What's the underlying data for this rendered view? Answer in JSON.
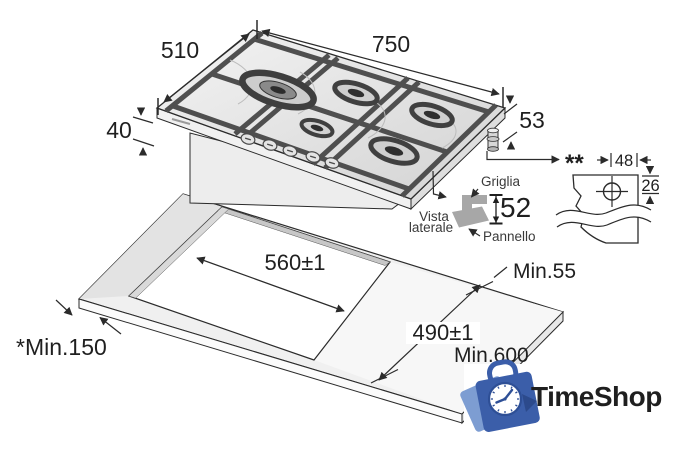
{
  "diagram": {
    "dimensions": {
      "top_width": "750",
      "top_depth": "510",
      "edge_height": "40",
      "body_height": "53",
      "profile_height": "52",
      "hole_offset_h": "48",
      "hole_offset_v": "26",
      "cutout_width": "560±1",
      "cutout_depth": "490±1",
      "min_side": "Min.55",
      "min_depth": "Min.600",
      "min_front": "*Min.150",
      "note_marker": "**"
    },
    "labels": {
      "grate": "Griglia",
      "side_view_line1": "Vista",
      "side_view_line2": "laterale",
      "panel": "Pannello"
    },
    "colors": {
      "line": "#2b2b2b",
      "grate_bar": "#4f4f4f",
      "detail_gray": "#a7a7a7",
      "cutout_wall": "#c7c7c7"
    }
  },
  "watermark": {
    "brand": "TimeShop",
    "text_color": "#4b87cf",
    "bag_color": "#3b5ea9",
    "bag_shadow_color": "#7d9dd2",
    "clock_ring_color": "#2e4f96"
  }
}
